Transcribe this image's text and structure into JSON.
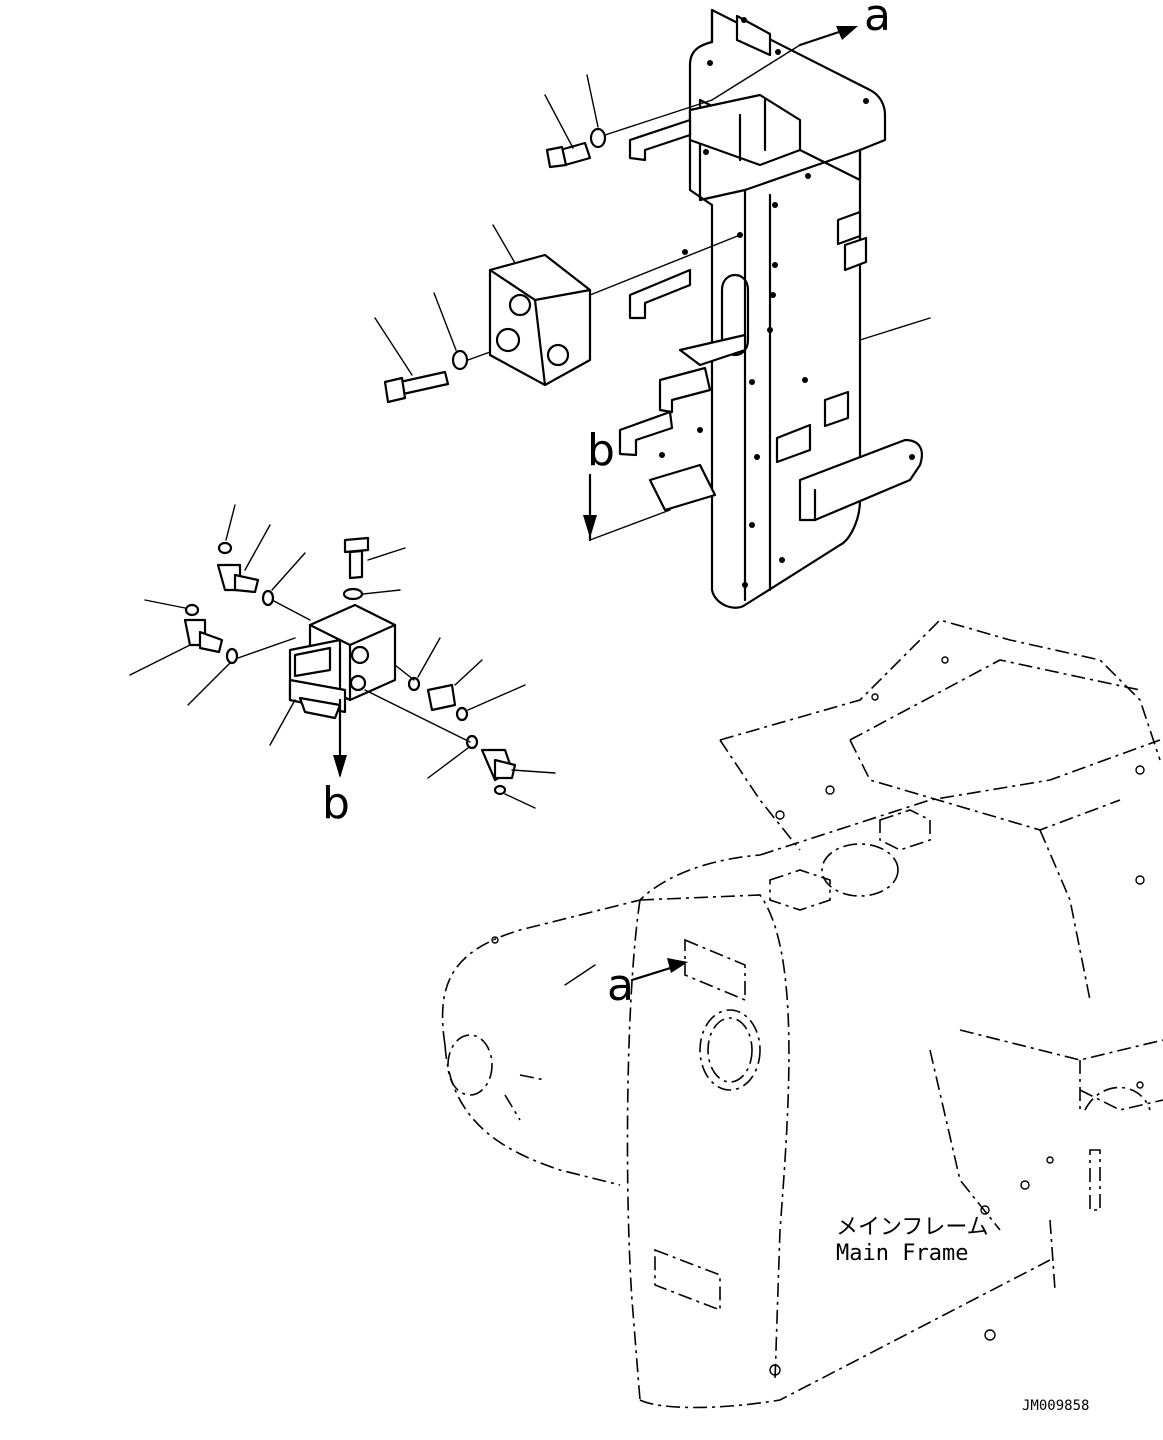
{
  "labels": {
    "arrow_a_top": "a",
    "arrow_b_top": "b",
    "arrow_b_valve": "b",
    "arrow_a_frame": "a"
  },
  "frame_label": {
    "japanese": "メインフレーム",
    "english": "Main Frame"
  },
  "drawing_code": "JM009858"
}
